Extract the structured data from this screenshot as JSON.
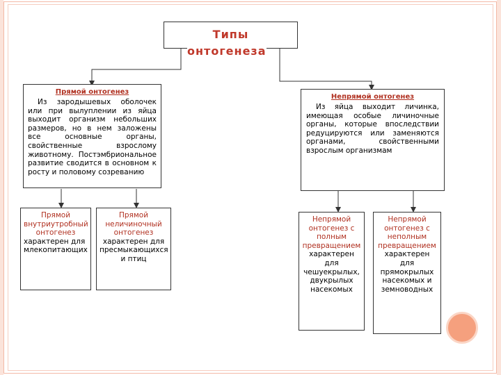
{
  "title": {
    "line1": "Типы",
    "line2": "онтогенеза"
  },
  "direct": {
    "heading": "Прямой онтогенез",
    "text": "Из зародышевых оболочек или при вылуплении из яйца выходит организм небольших размеров, но в нем заложены все основные органы, свойственные взрослому животному. Постэмбриональное развитие сводится в основном к росту и половому созреванию"
  },
  "indirect": {
    "heading": "Непрямой онтогенез",
    "text": "Из яйца выходит личинка, имеющая особые личиночные органы, которые впоследствии редуцируются или заменяются органами, свойственными взрослым организмам"
  },
  "sub": [
    {
      "title": "Прямой внутриутробный онтогенез",
      "text": "характерен для млекопитающих"
    },
    {
      "title": "Прямой неличиночный онтогенез",
      "text": "характерен для пресмыкающихся и птиц"
    },
    {
      "title": "Непрямой онтогенез с полным превращением",
      "text": "характерен для чешуекрылых, двукрылых насекомых"
    },
    {
      "title": "Непрямой онтогенез с неполным превращением",
      "text": "характерен для прямокрылых насекомых и земноводных"
    }
  ],
  "colors": {
    "accent": "#b03020",
    "frame": "#f3b9a6",
    "circle": "#f5a07e"
  }
}
